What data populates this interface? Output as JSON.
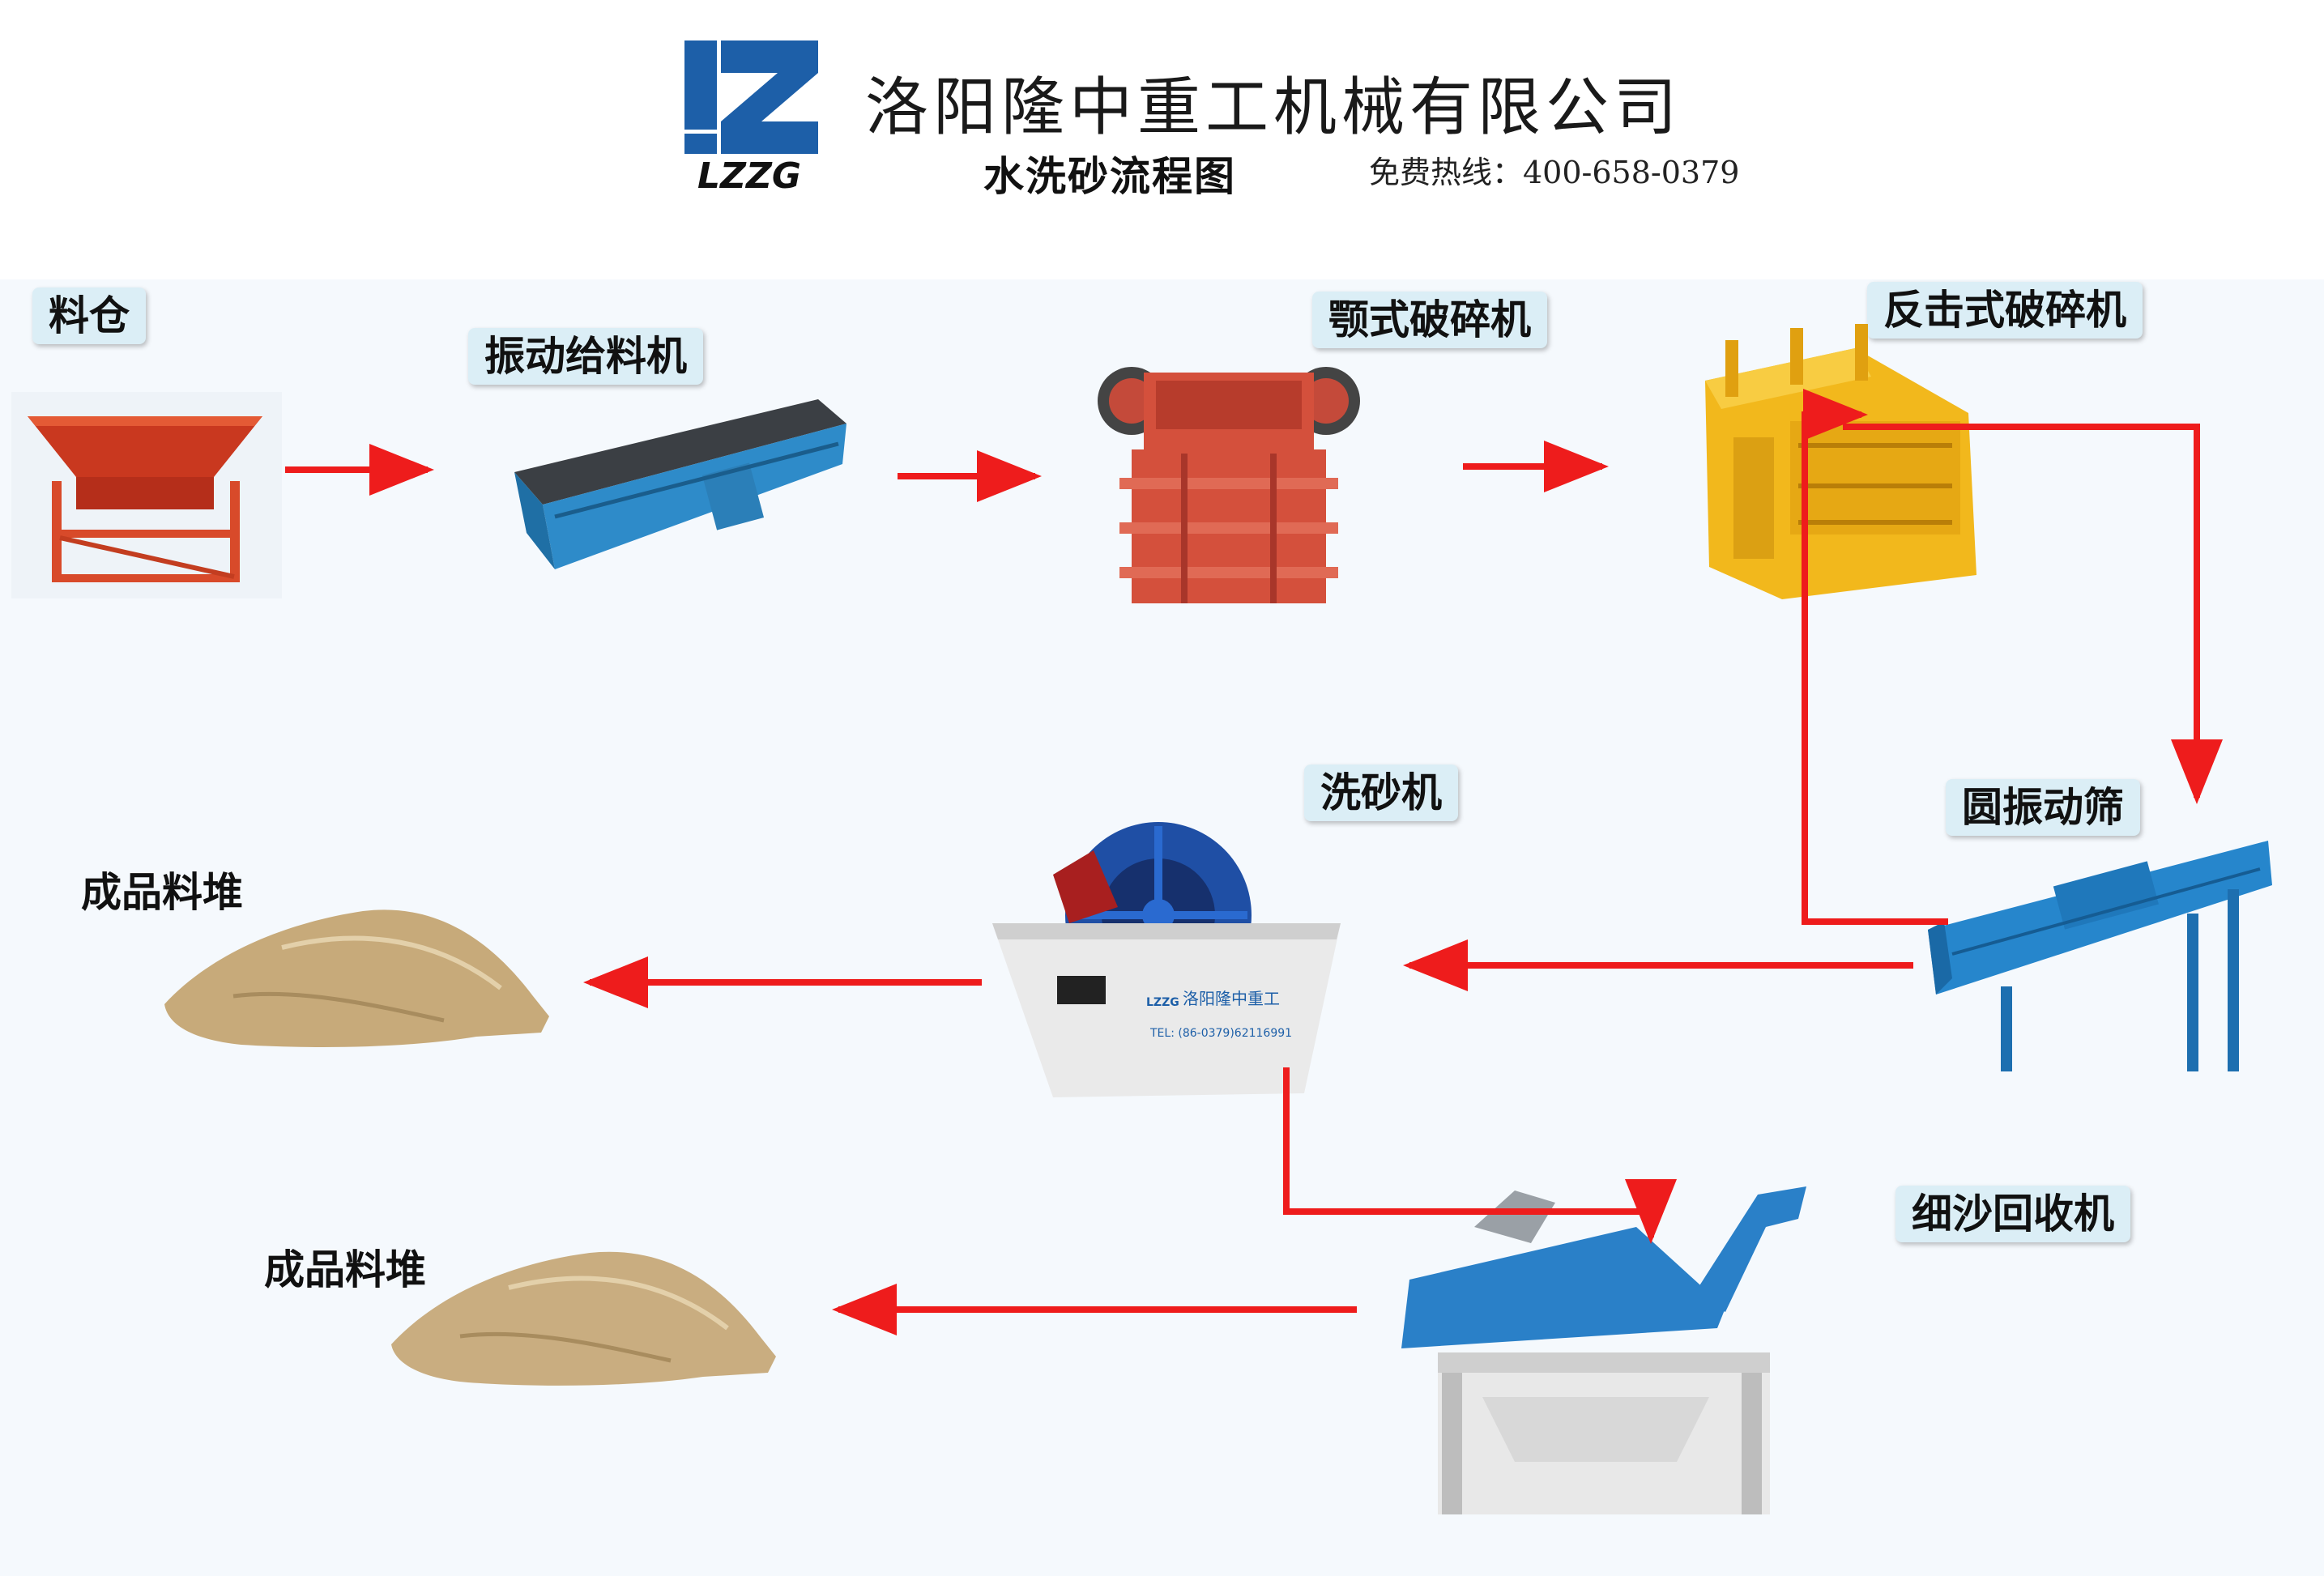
{
  "header": {
    "logo_text": "LZZG",
    "company_name": "洛阳隆中重工机械有限公司",
    "diagram_title": "水洗砂流程图",
    "hotline": "免费热线：400-658-0379"
  },
  "nodes": {
    "bin": "料仓",
    "vibrating_feeder": "振动给料机",
    "jaw_crusher": "颚式破碎机",
    "impact_crusher": "反击式破碎机",
    "circular_screen": "圆振动筛",
    "sand_washer": "洗砂机",
    "fine_sand_recycler": "细沙回收机",
    "product_pile_1": "成品料堆",
    "product_pile_2": "成品料堆"
  },
  "machine_texts": {
    "washer_brand": "洛阳隆中重工",
    "washer_tel": "TEL: (86-0379)62116991",
    "washer_logo": "LZZG"
  },
  "colors": {
    "arrow": "#ee1c1c",
    "label_bg": "#dbeef6",
    "brand_blue": "#1d5fa8"
  }
}
